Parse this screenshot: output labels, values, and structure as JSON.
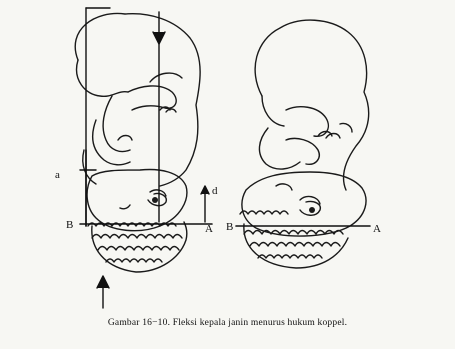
{
  "diagram": {
    "caption": "Gambar 16−10. Fleksi kepala janin menurus hukum koppel.",
    "left_figure": {
      "label_a": "a",
      "label_d": "d",
      "label_B": "B",
      "label_A": "A"
    },
    "right_figure": {
      "label_B": "B",
      "label_A": "A"
    }
  }
}
